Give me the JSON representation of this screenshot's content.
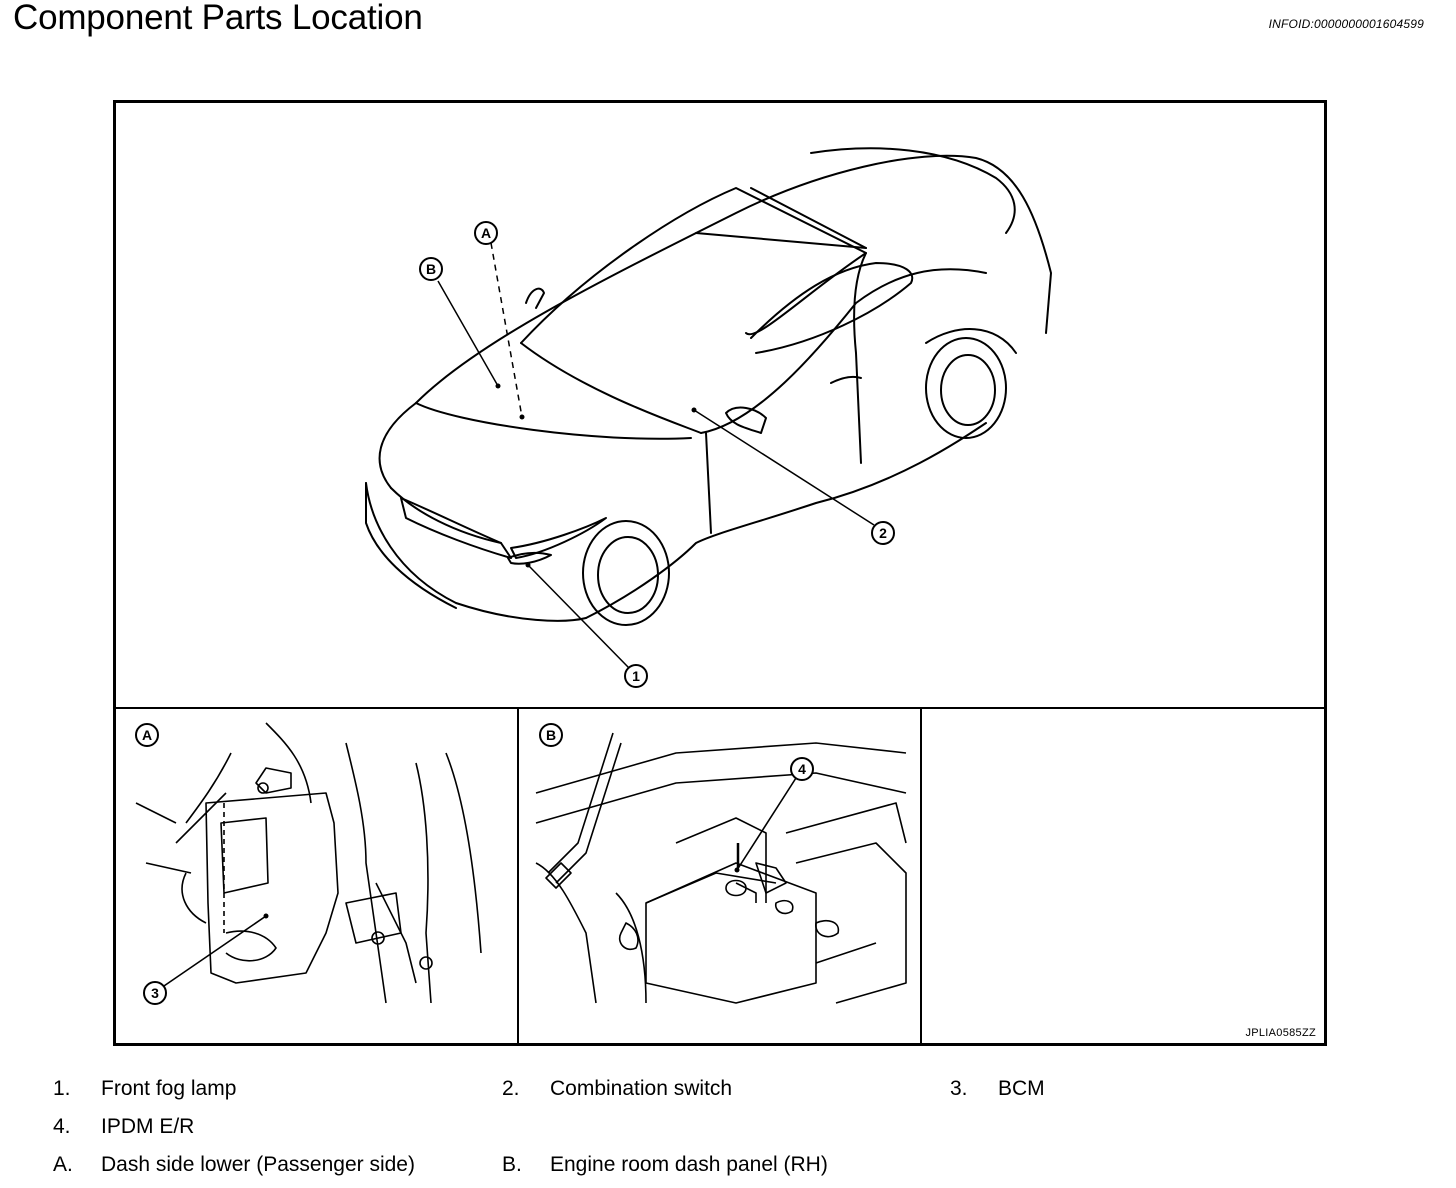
{
  "header": {
    "title": "Component Parts Location",
    "info_id": "INFOID:0000000001604599"
  },
  "figure": {
    "image_code": "JPLIA0585ZZ",
    "callouts": {
      "a": "A",
      "b": "B",
      "one": "1",
      "two": "2",
      "three": "3",
      "four": "4"
    },
    "panels": {
      "a_label": "A",
      "b_label": "B"
    }
  },
  "legend": {
    "items": [
      {
        "key": "1.",
        "label": "Front fog lamp"
      },
      {
        "key": "2.",
        "label": "Combination switch"
      },
      {
        "key": "3.",
        "label": "BCM"
      },
      {
        "key": "4.",
        "label": "IPDM E/R"
      },
      {
        "key": "A.",
        "label": "Dash side lower (Passenger side)"
      },
      {
        "key": "B.",
        "label": "Engine room dash panel (RH)"
      }
    ]
  }
}
